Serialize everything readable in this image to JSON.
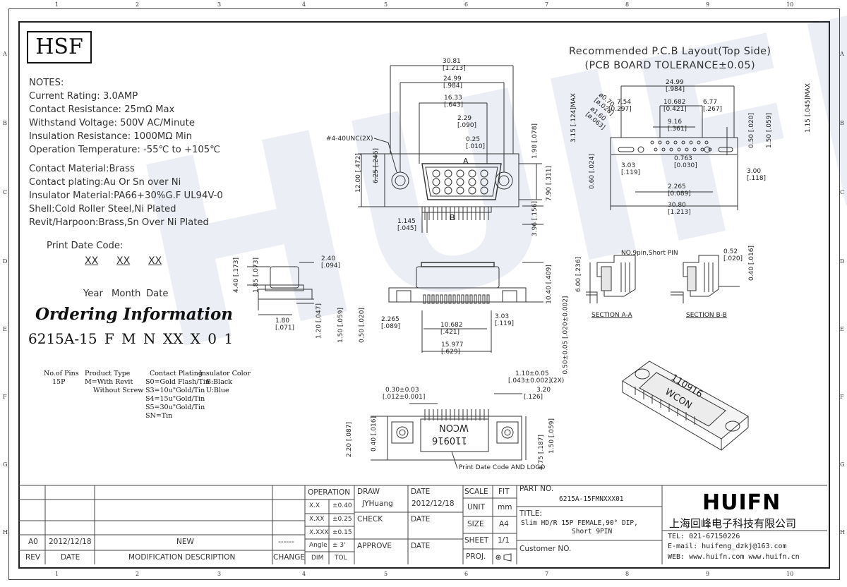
{
  "frame": {
    "columns": [
      "1",
      "2",
      "3",
      "4",
      "5",
      "6",
      "7",
      "8",
      "9",
      "10"
    ],
    "rows": [
      "A",
      "B",
      "C",
      "D",
      "E",
      "F",
      "G",
      "H"
    ]
  },
  "logo_text": "HSF",
  "notes": {
    "title": "NOTES:",
    "items": [
      "Current Rating: 3.0AMP",
      "Contact Resistance: 25mΩ Max",
      "Withstand Voltage: 500V AC/Minute",
      "Insulation Resistance: 1000MΩ Min",
      "Operation Temperature: -55℃ to +105℃"
    ],
    "materials": [
      "Contact Material:Brass",
      "Contact plating:Au Or Sn over Ni",
      "Insulator Material:PA66+30%G.F UL94V-0",
      "Shell:Cold Roller Steel,Ni Plated",
      "Revit/Harpoon:Brass,Sn Over Ni Plated"
    ]
  },
  "print_date_code": {
    "title": "Print Date Code:",
    "placeholder": "XX",
    "labels": [
      "Year",
      "Month",
      "Date"
    ]
  },
  "ordering": {
    "title": "Ordering Information",
    "code": "6215A-15 F M N XX X 0 1",
    "no_of_pins": [
      "No.of Pins",
      "15P"
    ],
    "product_type": [
      "Product Type",
      "M=With Revit",
      "Without Screw"
    ],
    "contact_plating": [
      "Contact Plating",
      "S0=Gold Flash/Tin",
      "S3=10u\"Gold/Tin",
      "S4=15u\"Gold/Tin",
      "S5=30u\"Gold/Tin",
      "SN=Tin"
    ],
    "insulator_color": [
      "Insulator Color",
      "B:Black",
      "U:Blue"
    ]
  },
  "pcb_layout": {
    "title": "Recommended P.C.B Layout(Top Side)",
    "subtitle": "(PCB BOARD TOLERANCE±0.05)"
  },
  "dims_front": {
    "d1": "30.81",
    "d1b": "[1.213]",
    "d2": "24.99",
    "d2b": "[.984]",
    "d3": "16.33",
    "d3b": "[.643]",
    "d4": "2.29",
    "d4b": "[.090]",
    "d5": "0.25",
    "d5b": "[.010]",
    "thread": "#4-40UNC(2X)",
    "d6": "12.00",
    "d6b": "[.472]",
    "d7": "6.25",
    "d7b": "[.246]",
    "d8": "1.98",
    "d8b": "[.078]",
    "d9": "7.90",
    "d9b": "[.311]",
    "d10": "3.96",
    "d10b": "[.156]",
    "d11": "1.145",
    "d11b": "[.045]",
    "a": "A",
    "b": "B"
  },
  "dims_pcb": {
    "p1": "24.99",
    "p1b": "[.984]",
    "p2": "7.54",
    "p2b": "[0.297]",
    "p3": "10.682",
    "p3b": "[0.421]",
    "p4": "6.77",
    "p4b": "[.267]",
    "p5": "9.16",
    "p5b": "[.361]",
    "p6": "3.15",
    "p6b": "[.124]MAX",
    "p7": "ø0.70",
    "p7b": "[ø.028]",
    "p8": "ø1.60",
    "p8b": "[ø.063]",
    "p9": "1.15",
    "p9b": "[.045]MAX",
    "p10": "0.50",
    "p10b": "[.020]",
    "p11": "1.50",
    "p11b": "[.059]",
    "p12": "0.763",
    "p12b": "[0.030]",
    "p13": "0.60",
    "p13b": "[.024]",
    "p14": "3.03",
    "p14b": "[.119]",
    "p15": "3.00",
    "p15b": "[.118]",
    "p16": "2.265",
    "p16b": "[0.089]",
    "p17": "30.80",
    "p17b": "[1.213]"
  },
  "dims_side": {
    "s1": "2.40",
    "s1b": "[.094]",
    "s2": "4.40",
    "s2b": "[.173]",
    "s3": "1.85",
    "s3b": "[.073]",
    "s4": "1.20",
    "s4b": "[.047]",
    "s5": "1.50",
    "s5b": "[.059]",
    "s6": "0.50",
    "s6b": "[.020]",
    "s7": "1.80",
    "s7b": "[.071]"
  },
  "dims_bottom": {
    "b1": "10.40",
    "b1b": "[.409]",
    "b2": "2.265",
    "b2b": "[.089]",
    "b3": "10.682",
    "b3b": "[.421]",
    "b4": "3.03",
    "b4b": "[.119]",
    "b5": "15.977",
    "b5b": "[.629]"
  },
  "sections": {
    "pin_note": "NO.9pin,Short PIN",
    "a1": "6.00",
    "a1b": "[.236]",
    "a2": "0.50±0.05",
    "a2b": "[.020±0.002]",
    "label_a": "SECTION A-A",
    "b1": "0.52",
    "b1b": "[.020]",
    "b2": "0.40",
    "b2b": "[.016]",
    "label_b": "SECTION B-B"
  },
  "dims_top": {
    "t1": "0.30±0.03",
    "t1b": "[.012±0.001]",
    "t2": "1.10±0.05",
    "t2b": "[.043±0.002](2X)",
    "t3": "3.20",
    "t3b": "[.126]",
    "t4": "2.20",
    "t4b": "[.087]",
    "t5": "0.40",
    "t5b": "[.016]",
    "t6": "4.75",
    "t6b": "[.187]",
    "t7": "1.50",
    "t7b": "[.059]",
    "wcon": "WCON",
    "datecode": "110916",
    "print_note": "Print Date Code AND LOGO"
  },
  "render3d": {
    "datecode": "110916",
    "brand": "WCON"
  },
  "title_block": {
    "rev_hdr": "REV",
    "date_hdr": "DATE",
    "mod_hdr": "MODIFICATION DESCRIPTION",
    "change_hdr": "CHANGE",
    "rev_a0": "A0",
    "rev_date": "2012/12/18",
    "rev_desc": "NEW",
    "rev_change": "------",
    "operation": "OPERATION",
    "tol": [
      [
        "X.X",
        "±0.40"
      ],
      [
        "X.XX",
        "±0.25"
      ],
      [
        "X.XXX",
        "±0.15"
      ],
      [
        "Angle",
        "± 3'"
      ]
    ],
    "dim_hdr": "DIM",
    "tol_hdr": "TOL",
    "draw": "DRAW",
    "drawer": "JYHuang",
    "check": "CHECK",
    "approve": "APPROVE",
    "date_lbl": "DATE",
    "date_val": "2012/12/18",
    "scale": "SCALE",
    "fit": "FIT",
    "unit": "UNIT",
    "unit_val": "mm",
    "size": "SIZE",
    "size_val": "A4",
    "sheet": "SHEET",
    "sheet_val": "1/1",
    "proj": "PROJ.",
    "part_no_lbl": "PART NO.",
    "part_no": "6215A-15FMNXXX01",
    "title_lbl": "TITLE:",
    "title_l1": "Slim HD/R 15P FEMALE,90° DIP,",
    "title_l2": "Short 9PIN",
    "customer_lbl": "Customer NO.",
    "company_logo": "HUIFN",
    "company_cn": "上海回峰电子科技有限公司",
    "tel": "TEL: 021-67150226",
    "email": "E-mail: huifeng_dzkj@163.com",
    "web": "WEB: www.huifn.com  www.huifn.cn"
  }
}
